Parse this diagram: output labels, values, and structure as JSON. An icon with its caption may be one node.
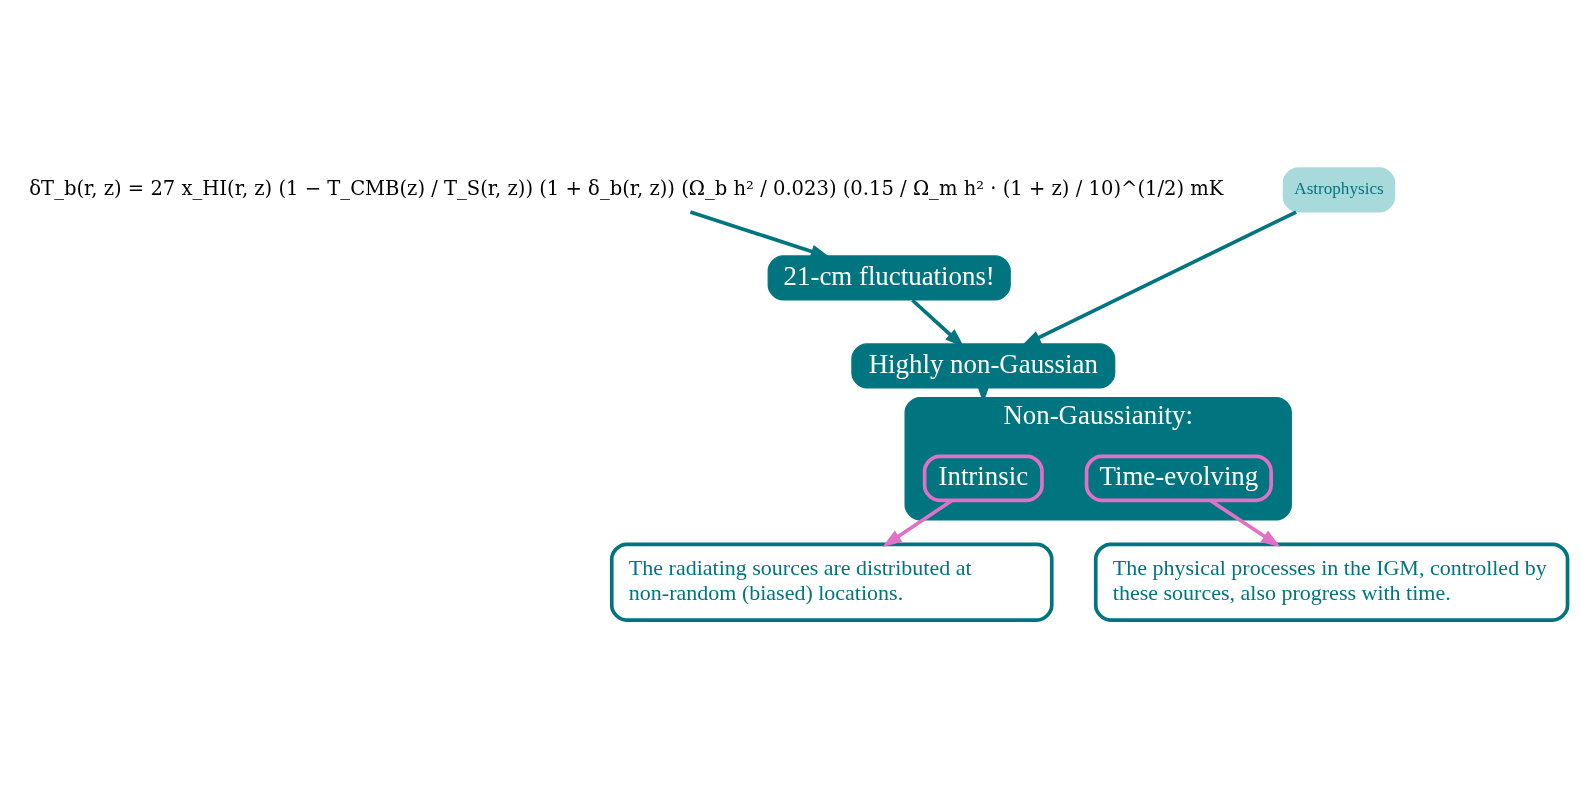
{
  "diagram": {
    "nodes": [
      {
        "text": [
          "δT_b(r, z) = 27 x_HI(r, z) (1 − T_CMB(z) / T_S(r, z)) (1 + δ_b(r, z)) (Ω_b h² / 0.023) (0.15 / Ω_m h² · (1 + z) / 10)^(1/2) mK"
        ]
      },
      {
        "text": [
          "Astrophysics"
        ]
      },
      {
        "text": [
          "21-cm fluctuations!"
        ]
      },
      {
        "text": [
          "Highly non-Gaussian"
        ]
      },
      {
        "text": [
          "Non-Gaussianity:"
        ]
      },
      {
        "text": [
          "Intrinsic"
        ],
        "in": 4
      },
      {
        "text": [
          "Time-evolving"
        ],
        "in": 4
      },
      {
        "text": [
          "The radiating sources are distributed at non-random (biased) locations."
        ]
      },
      {
        "text": [
          "The physical processes in the IGM, controlled by these sources, also progress with time."
        ]
      }
    ],
    "edges": [
      {
        "from": 0,
        "to": 2,
        "arrow": "to"
      },
      {
        "from": 1,
        "to": 3,
        "arrow": "to"
      },
      {
        "from": 2,
        "to": 3,
        "arrow": "to"
      },
      {
        "from": 3,
        "to": 4,
        "arrow": "to"
      },
      {
        "from": 5,
        "to": 7,
        "arrow": "to",
        "color": "#e070c8"
      },
      {
        "from": 6,
        "to": 8,
        "arrow": "to",
        "color": "#e070c8"
      }
    ]
  }
}
